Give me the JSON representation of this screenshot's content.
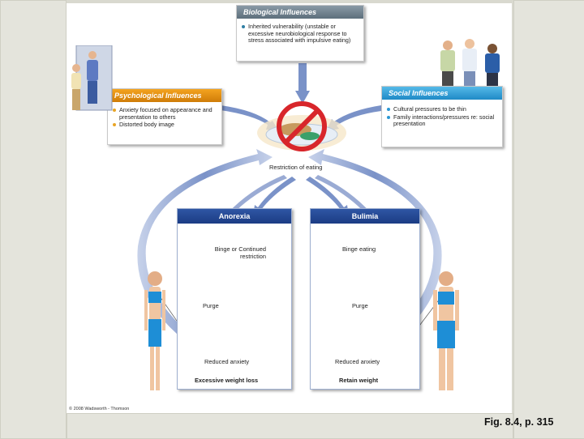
{
  "figure_label": "Fig. 8.4, p. 315",
  "copyright": "© 2008 Wadsworth - Thomson",
  "biological": {
    "title": "Biological Influences",
    "bullets": [
      "Inherited vulnerability (unstable or excessive neurobiological response to stress associated with impulsive eating)"
    ]
  },
  "psychological": {
    "title": "Psychological Influences",
    "bullets": [
      "Anxiety focused on appearance and presentation to others",
      "Distorted body image"
    ]
  },
  "social": {
    "title": "Social Influences",
    "bullets": [
      "Cultural pressures to be thin",
      "Family interactions/pressures re: social presentation"
    ]
  },
  "center_label": "Restriction of eating",
  "anorexia": {
    "title": "Anorexia",
    "step1": "Binge or Continued restriction",
    "step2": "Purge",
    "step3": "Reduced anxiety",
    "outcome": "Excessive weight loss"
  },
  "bulimia": {
    "title": "Bulimia",
    "step1": "Binge eating",
    "step2": "Purge",
    "step3": "Reduced anxiety",
    "outcome": "Retain weight"
  },
  "colors": {
    "bio_header": "#6f808c",
    "psych_header": "#e8901a",
    "social_header": "#2b97d3",
    "disorder_header": "#24489a",
    "arrow": "#7f95c6",
    "bullet_bio": "#2f7fa5",
    "bullet_psych": "#e8a526",
    "bullet_social": "#2b97d3"
  },
  "icons": [
    "no-eating-plate-icon"
  ]
}
